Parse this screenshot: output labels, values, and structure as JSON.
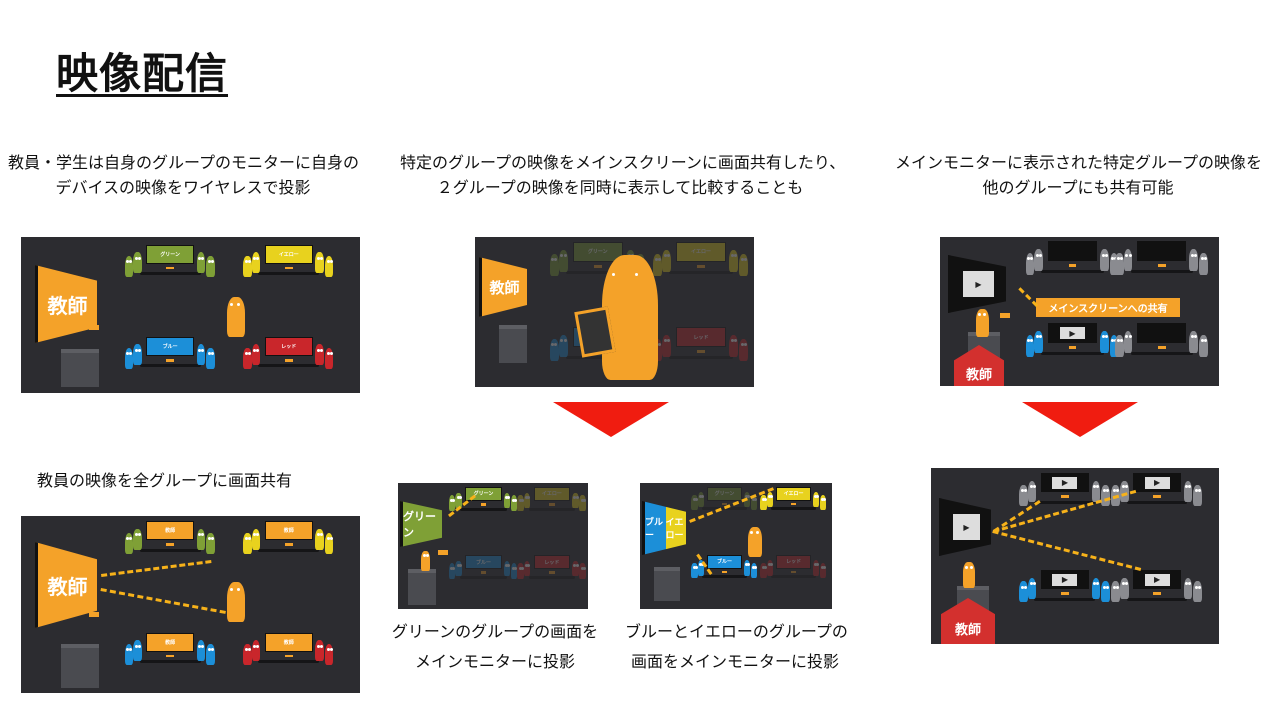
{
  "title": "映像配信",
  "captions": {
    "top_left": [
      "教員・学生は自身のグループのモニターに自身の",
      "デバイスの映像をワイヤレスで投影"
    ],
    "top_center": [
      "特定のグループの映像をメインスクリーンに画面共有したり、",
      "２グループの映像を同時に表示して比較することも"
    ],
    "top_right": [
      "メインモニターに表示された特定グループの映像を",
      "他のグループにも共有可能"
    ],
    "bottom_left": "教員の映像を全グループに画面共有",
    "bottom_center_a": [
      "グリーンのグループの画面を",
      "メインモニターに投影"
    ],
    "bottom_center_b": [
      "ブルーとイエローのグループの",
      "画面をメインモニターに投影"
    ]
  },
  "scene_labels": {
    "teacher": "教師",
    "green": "グリーン",
    "yellow": "イエロー",
    "blue": "ブルー",
    "red": "レッド",
    "share_banner": "メインスクリーンへの共有"
  },
  "colors": {
    "green": "#7fa036",
    "yellow": "#e8d21e",
    "blue": "#1c8fd8",
    "red": "#c9262b",
    "orange": "#f4a229",
    "gray": "#8a8b90",
    "arrow": "#f01c10"
  }
}
